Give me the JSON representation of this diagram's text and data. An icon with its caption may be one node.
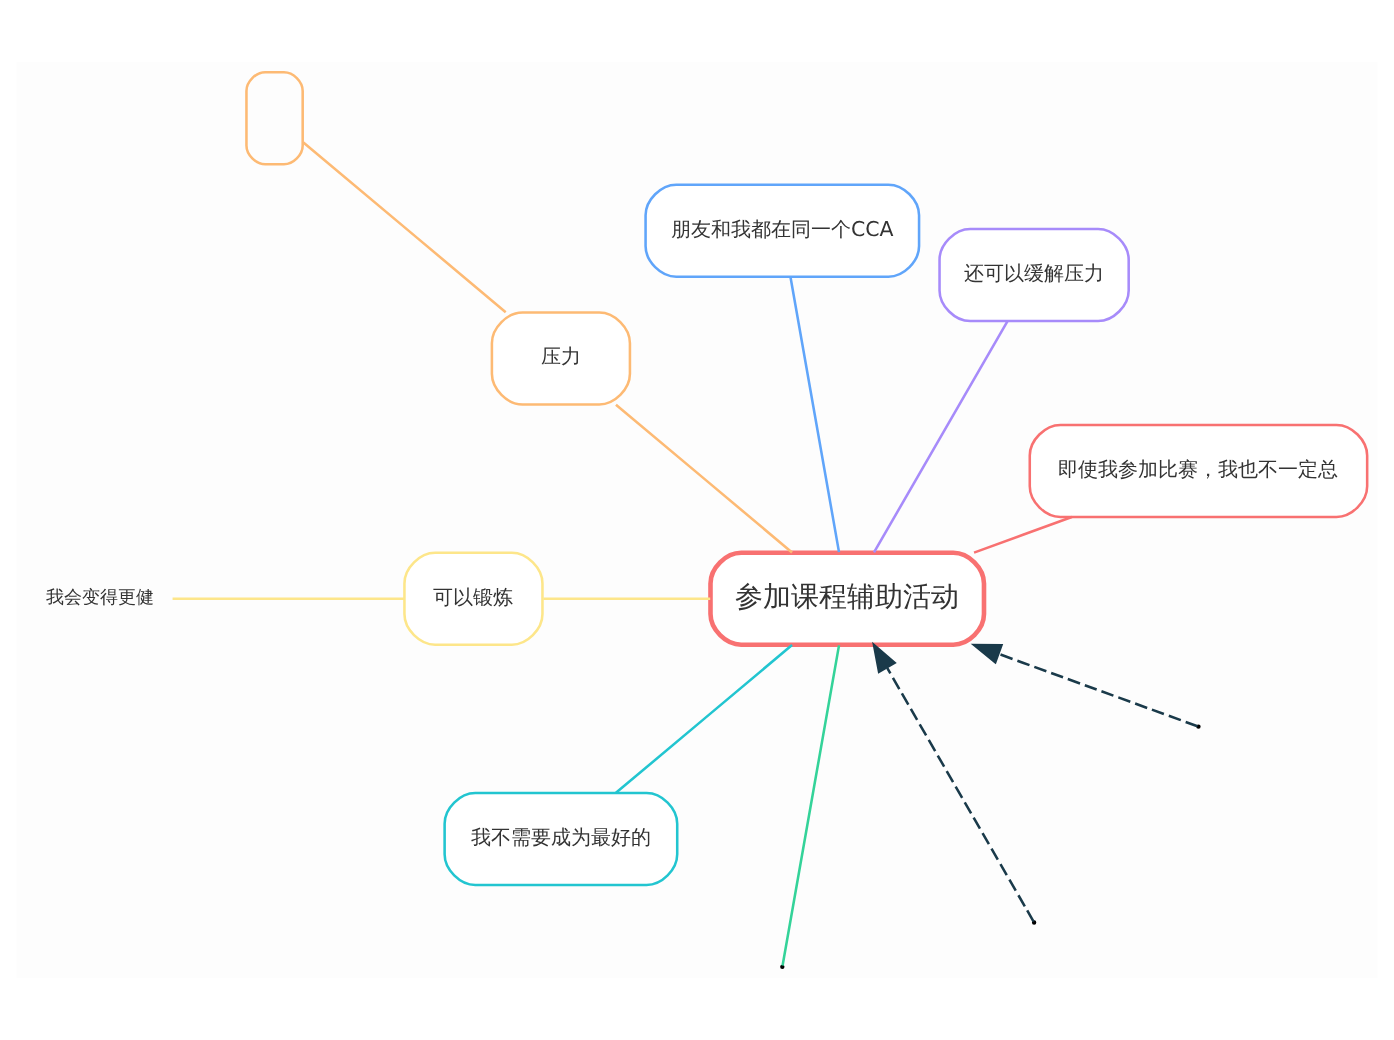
{
  "diagram": {
    "nodes": [
      {
        "text": [
          "参加课程辅助活动"
        ]
      },
      {
        "text": [
          "即使我参加比赛，我也不一定总"
        ]
      },
      {
        "text": [
          "还可以缓解压力"
        ]
      },
      {
        "text": [
          "朋友和我都在同一个CCA"
        ]
      },
      {
        "text": [
          "压力"
        ]
      },
      {
        "text": [],
        "shape": "box"
      },
      {
        "text": [
          "可以锻炼"
        ]
      },
      {
        "text": [
          "我会变得更健"
        ]
      },
      {
        "text": [
          "我不需要成为最好的"
        ]
      }
    ],
    "edges": [
      {
        "from": 0,
        "to": 1,
        "arrow": "none",
        "color": "#f87171"
      },
      {
        "from": 0,
        "to": 2,
        "arrow": "none",
        "color": "#a78bfa"
      },
      {
        "from": 0,
        "to": 3,
        "arrow": "none",
        "color": "#60a5fa"
      },
      {
        "from": 0,
        "to": 4,
        "arrow": "none",
        "color": "#fdba74"
      },
      {
        "from": 4,
        "to": 5,
        "arrow": "none",
        "color": "#fdba74"
      },
      {
        "from": 0,
        "to": 6,
        "arrow": "none",
        "color": "#fde68a"
      },
      {
        "from": 6,
        "to": 7,
        "arrow": "none",
        "color": "#fde68a"
      },
      {
        "from": 0,
        "to": 8,
        "arrow": "none",
        "color": "#22c5d0"
      },
      {
        "from": 0,
        "to": null,
        "arrow": "none",
        "color": "#34d399"
      },
      {
        "from": null,
        "to": 0,
        "arrow": "to",
        "style": "dashed",
        "color": "#1a3a4a"
      },
      {
        "from": null,
        "to": 0,
        "arrow": "to",
        "style": "dashed",
        "color": "#1a3a4a"
      }
    ]
  }
}
